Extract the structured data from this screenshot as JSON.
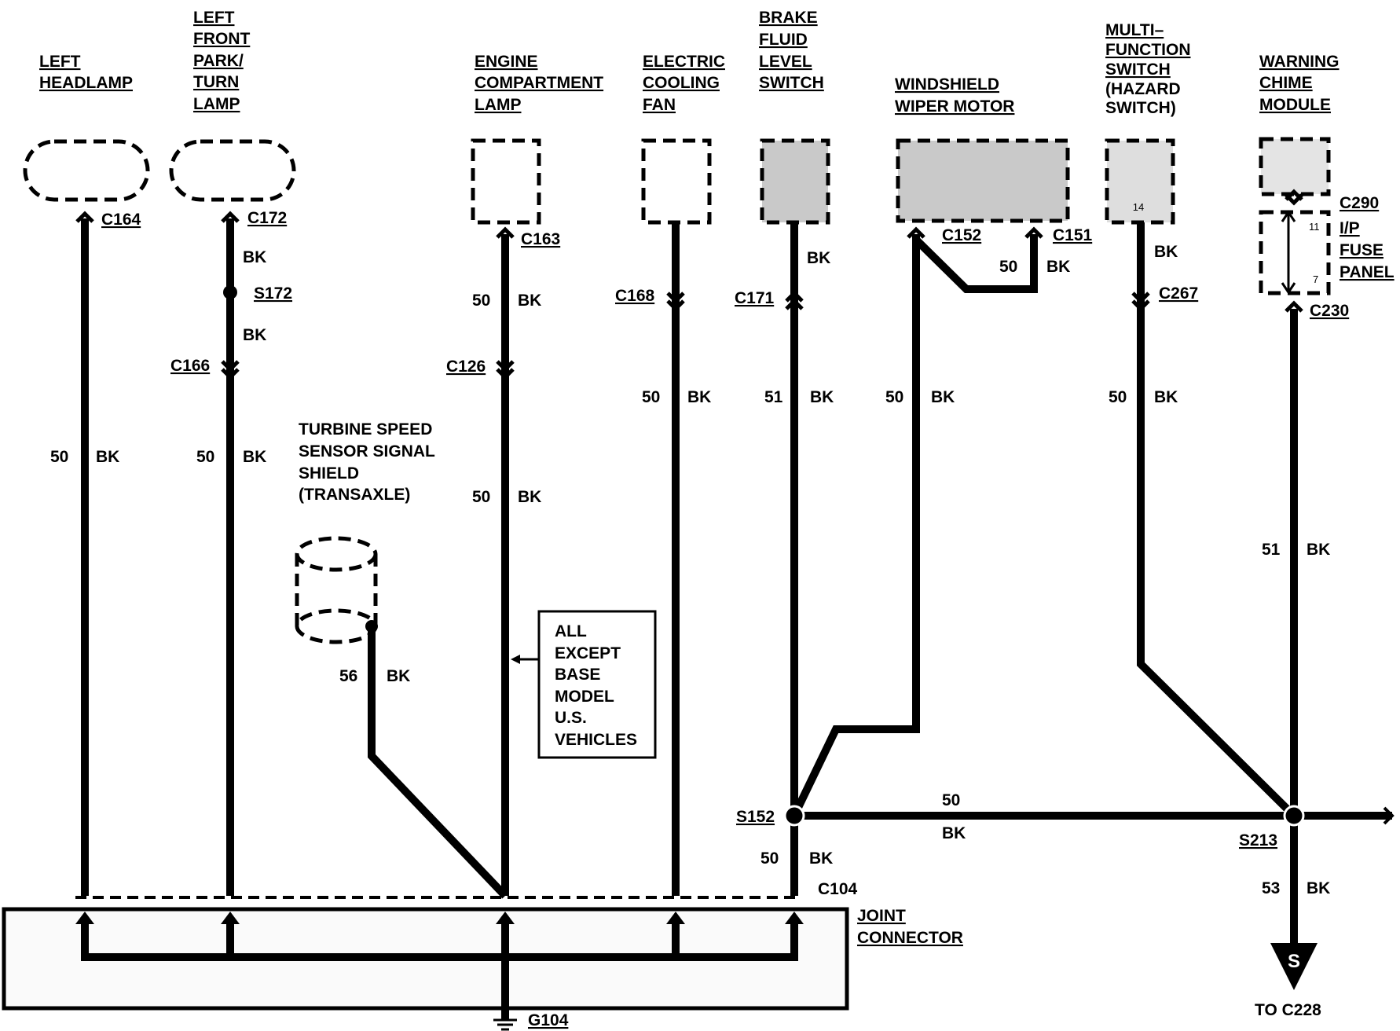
{
  "components": {
    "left_headlamp": [
      "LEFT",
      "HEADLAMP"
    ],
    "left_front_park_turn_lamp": [
      "LEFT",
      "FRONT",
      "PARK/",
      "TURN",
      "LAMP"
    ],
    "engine_compartment_lamp": [
      "ENGINE",
      "COMPARTMENT",
      "LAMP"
    ],
    "electric_cooling_fan": [
      "ELECTRIC",
      "COOLING",
      "FAN"
    ],
    "brake_fluid_level_switch": [
      "BRAKE",
      "FLUID",
      "LEVEL",
      "SWITCH"
    ],
    "windshield_wiper_motor": [
      "WINDSHIELD",
      "WIPER MOTOR"
    ],
    "multi_function_switch": [
      "MULTI–",
      "FUNCTION",
      "SWITCH",
      "(HAZARD",
      "SWITCH)"
    ],
    "warning_chime_module": [
      "WARNING",
      "CHIME",
      "MODULE"
    ],
    "turbine_speed_sensor": [
      "TURBINE SPEED",
      "SENSOR SIGNAL",
      "SHIELD",
      "(TRANSAXLE)"
    ],
    "ip_fuse_panel": [
      "I/P",
      "FUSE",
      "PANEL"
    ],
    "joint_connector": [
      "JOINT",
      "CONNECTOR"
    ]
  },
  "connectors": {
    "c164": "C164",
    "c172": "C172",
    "c163": "C163",
    "c152": "C152",
    "c151": "C151",
    "c168": "C168",
    "c171": "C171",
    "c267": "C267",
    "c290": "C290",
    "c230": "C230",
    "c166": "C166",
    "c126": "C126",
    "c104": "C104",
    "s172": "S172",
    "s152": "S152",
    "s213": "S213",
    "g104": "G104"
  },
  "pins": {
    "mfs_pin": "14",
    "fuse_pin_top": "11",
    "fuse_pin_bottom": "7"
  },
  "wires": {
    "headlamp": [
      "50",
      "BK"
    ],
    "park_upper": "BK",
    "park_mid": "BK",
    "park_lower": [
      "50",
      "BK"
    ],
    "eng_upper": [
      "50",
      "BK"
    ],
    "eng_lower": [
      "50",
      "BK"
    ],
    "fan": [
      "50",
      "BK"
    ],
    "brake_upper": "BK",
    "brake_lower": [
      "51",
      "BK"
    ],
    "wiper_right": [
      "50",
      "BK"
    ],
    "wiper_main": [
      "50",
      "BK"
    ],
    "mfs_upper": "BK",
    "mfs_lower": [
      "50",
      "BK"
    ],
    "chime": [
      "51",
      "BK"
    ],
    "turbine": [
      "56",
      "BK"
    ],
    "s152_horizontal": [
      "50",
      "BK"
    ],
    "s152_down": [
      "50",
      "BK"
    ],
    "s213_down": [
      "53",
      "BK"
    ]
  },
  "note": [
    "ALL",
    "EXCEPT",
    "BASE",
    "MODEL",
    "U.S.",
    "VEHICLES"
  ],
  "splice_symbol": "S",
  "to_connector": "TO C228"
}
